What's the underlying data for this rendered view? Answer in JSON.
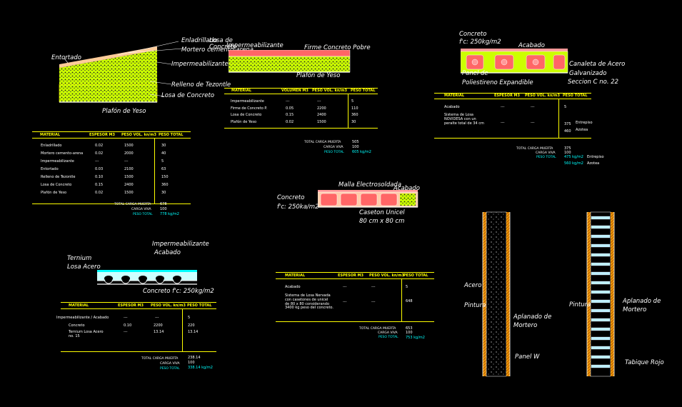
{
  "colors": {
    "background": "#000000",
    "text": "#ffffff",
    "table_line": "#ffff00",
    "slab": "#ccff00",
    "insulation": "#ff6666",
    "deck": "#00ffff"
  },
  "d1": {
    "labels": {
      "enladrillado": "Enladrillado",
      "losa_de": "Losa de",
      "concreto": "Concreto",
      "mortero": "Mortero cemento-arena",
      "impermeabilizante": "Impermeabilizante",
      "entortado": "Entortado",
      "relleno": "Relleno de Tezontle",
      "losa_concreto": "Losa de Concreto",
      "plafon": "Plafón de Yeso"
    },
    "table": {
      "headers": [
        "MATERIAL",
        "ESPESOR M3",
        "PESO VOL. kn/m3",
        "PESO TOTAL"
      ],
      "rows": [
        [
          "Enladrillado",
          "0.02",
          "1500",
          "30"
        ],
        [
          "Mortero cemento-arena",
          "0.02",
          "2000",
          "40"
        ],
        [
          "Impermeabilizante",
          "---",
          "---",
          "5"
        ],
        [
          "Entortado",
          "0.03",
          "2100",
          "63"
        ],
        [
          "Relleno de Tezontle",
          "0.10",
          "1500",
          "150"
        ],
        [
          "Losa de Concreto",
          "0.15",
          "2400",
          "360"
        ],
        [
          "Plafón de Yeso",
          "0.02",
          "1500",
          "30"
        ]
      ],
      "totals": [
        [
          "TOTAL CARGA MUERTA",
          "678"
        ],
        [
          "CARGA VIVA",
          "100"
        ],
        [
          "PESO TOTAL",
          "778 kg/m2"
        ]
      ]
    }
  },
  "d2": {
    "labels": {
      "impermeabilizante": "Impermeabilizante",
      "firme": "Firme Concreto Pobre",
      "plafon": "Plafón de Yeso"
    },
    "table": {
      "headers": [
        "MATERIAL",
        "VOLUMEN M3",
        "PESO VOL. kn/m3",
        "PESO TOTAL"
      ],
      "rows": [
        [
          "Impermeabilizante",
          "---",
          "---",
          "5"
        ],
        [
          "Firme de Concreto P.",
          "0.05",
          "2200",
          "110"
        ],
        [
          "Losa de Concreto",
          "0.15",
          "2400",
          "360"
        ],
        [
          "Plafón de Yeso",
          "0.02",
          "1500",
          "30"
        ]
      ],
      "totals": [
        [
          "TOTAL CARGA MUERTA",
          "505"
        ],
        [
          "CARGA VIVA",
          "100"
        ],
        [
          "PESO TOTAL",
          "605 kg/m2"
        ]
      ]
    }
  },
  "d3": {
    "labels": {
      "concreto": "Concreto",
      "fc": "f'c: 250kg/m2",
      "acabado": "Acabado",
      "canaleta": "Canaleta de Acero",
      "galvanizado": "Galvanizado",
      "seccion": "Seccion C no. 22",
      "panel": "Panel de",
      "poliestireno": "Poliestireno Expandible"
    },
    "table": {
      "headers": [
        "MATERIAL",
        "ESPESOR M3",
        "PESO VOL. kn/m3",
        "PESO TOTAL"
      ],
      "rows": [
        [
          "Acabado",
          "---",
          "---",
          "5",
          ""
        ],
        [
          "Sistema de Losa NOVIDESA con un peralte total de 34 cm",
          "---",
          "---",
          "375\n460",
          "Entrepiso\nAzotea"
        ]
      ],
      "totals": [
        [
          "TOTAL CARGA MUERTA",
          "375",
          "",
          ""
        ],
        [
          "CARGA VIVA",
          "100",
          "",
          ""
        ],
        [
          "PESO TOTAL",
          "475 kg/m2",
          "Entrepiso",
          ""
        ],
        [
          "",
          "560 kg/m2",
          "Azotea",
          ""
        ]
      ]
    }
  },
  "d4": {
    "labels": {
      "malla": "Malla Electrosoldada",
      "acabado": "Acabado",
      "concreto": "Concreto",
      "fc": "f'c: 250ka/m2",
      "caseton": "Caseton Unicel",
      "medida": "80 cm x 80 cm"
    }
  },
  "d5": {
    "labels": {
      "impermeabilizante": "Impermeabilizante",
      "acabado": "Acabado",
      "ternium": "Ternium",
      "losa_acero": "Losa Acero",
      "concreto": "Concreto f'c: 250kg/m2"
    },
    "table": {
      "headers": [
        "MATERIAL",
        "ESPESOR M3",
        "PESO VOL. kn/m3",
        "PESO TOTAL"
      ],
      "rows": [
        [
          "Impermeabilizante / Acabado",
          "---",
          "---",
          "5"
        ],
        [
          "Concreto",
          "0.10",
          "2200",
          "220"
        ],
        [
          "Ternium Losa Acero no. 15",
          "---",
          "13.14",
          "13.14"
        ]
      ],
      "totals": [
        [
          "TOTAL CARGA MUERTA",
          "238.14"
        ],
        [
          "CARGA VIVA",
          "100"
        ],
        [
          "PESO TOTAL",
          "338.14 kg/m2"
        ]
      ]
    }
  },
  "d6": {
    "table": {
      "headers": [
        "MATERIAL",
        "ESPESOR M3",
        "PESO VOL. kn/m3",
        "PESO TOTAL"
      ],
      "rows": [
        [
          "Acabado",
          "---",
          "---",
          "5"
        ],
        [
          "Sistema de Losa Nervada con casetones de unicel de 80 x 80 considerando 3400 kg peso del concreto.",
          "---",
          "---",
          "648"
        ]
      ],
      "totals": [
        [
          "TOTAL CARGA MUERTA",
          "653"
        ],
        [
          "CARGA VIVA",
          "100"
        ],
        [
          "PESO TOTAL",
          "753 kg/m2"
        ]
      ]
    }
  },
  "d7": {
    "labels": {
      "acero": "Acero",
      "pintura": "Pintura",
      "aplanado": "Aplanado de",
      "mortero": "Mortero",
      "panel": "Panel W"
    }
  },
  "d8": {
    "labels": {
      "pintura": "Pintura",
      "aplanado": "Aplanado de",
      "mortero": "Mortero",
      "tabique": "Tabique Rojo"
    }
  }
}
